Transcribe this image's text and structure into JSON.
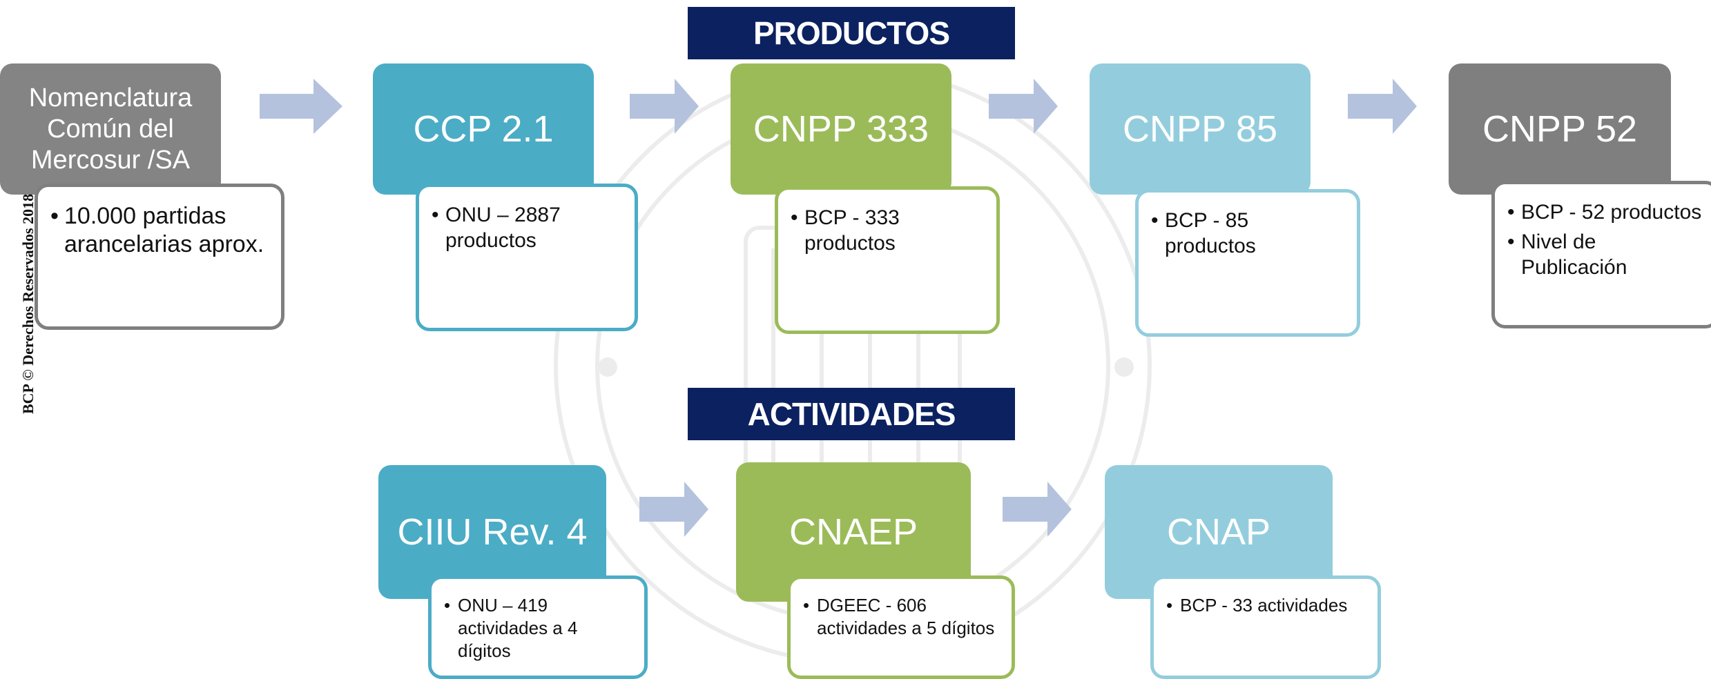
{
  "banners": {
    "productos": "PRODUCTOS",
    "actividades": "ACTIVIDADES"
  },
  "copyright": "BCP © Derechos Reservados 2018",
  "productos": [
    {
      "title": "Nomenclatura Común del Mercosur /SA",
      "items": [
        "10.000 partidas arancelarias aprox."
      ]
    },
    {
      "title": "CCP 2.1",
      "items": [
        "ONU – 2887 productos"
      ]
    },
    {
      "title": "CNPP 333",
      "items": [
        "BCP - 333 productos"
      ]
    },
    {
      "title": "CNPP 85",
      "items": [
        "BCP - 85 productos"
      ]
    },
    {
      "title": "CNPP 52",
      "items": [
        "BCP - 52 productos",
        "Nivel de Publicación"
      ]
    }
  ],
  "actividades": [
    {
      "title": "CIIU Rev. 4",
      "items": [
        "ONU – 419 actividades a 4 dígitos"
      ]
    },
    {
      "title": "CNAEP",
      "items": [
        "DGEEC - 606 actividades a 5 dígitos"
      ]
    },
    {
      "title": "CNAP",
      "items": [
        "BCP - 33 actividades"
      ]
    }
  ],
  "colors": {
    "banner": "#0c2160",
    "teal": "#4bacc6",
    "green": "#9bbb59",
    "light_blue": "#93cddd",
    "gray": "#7f7f7f",
    "arrow": "#b4c2dd"
  }
}
